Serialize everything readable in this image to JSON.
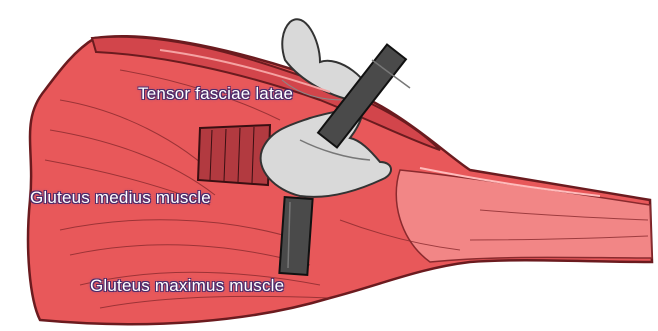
{
  "labels": {
    "tensor_fasciae_latae": "Tensor fasciae latae",
    "gluteus_medius": "Gluteus medius muscle",
    "gluteus_maximus": "Gluteus maximus muscle"
  },
  "colors": {
    "muscle": "#e8585a",
    "muscle_light": "#f38b8b",
    "muscle_dark": "#c43c42",
    "outline": "#6b1b1f",
    "bone": "#d9d9d9",
    "instrument": "#4a4a4a",
    "label_outline": "#4a2a6a"
  }
}
